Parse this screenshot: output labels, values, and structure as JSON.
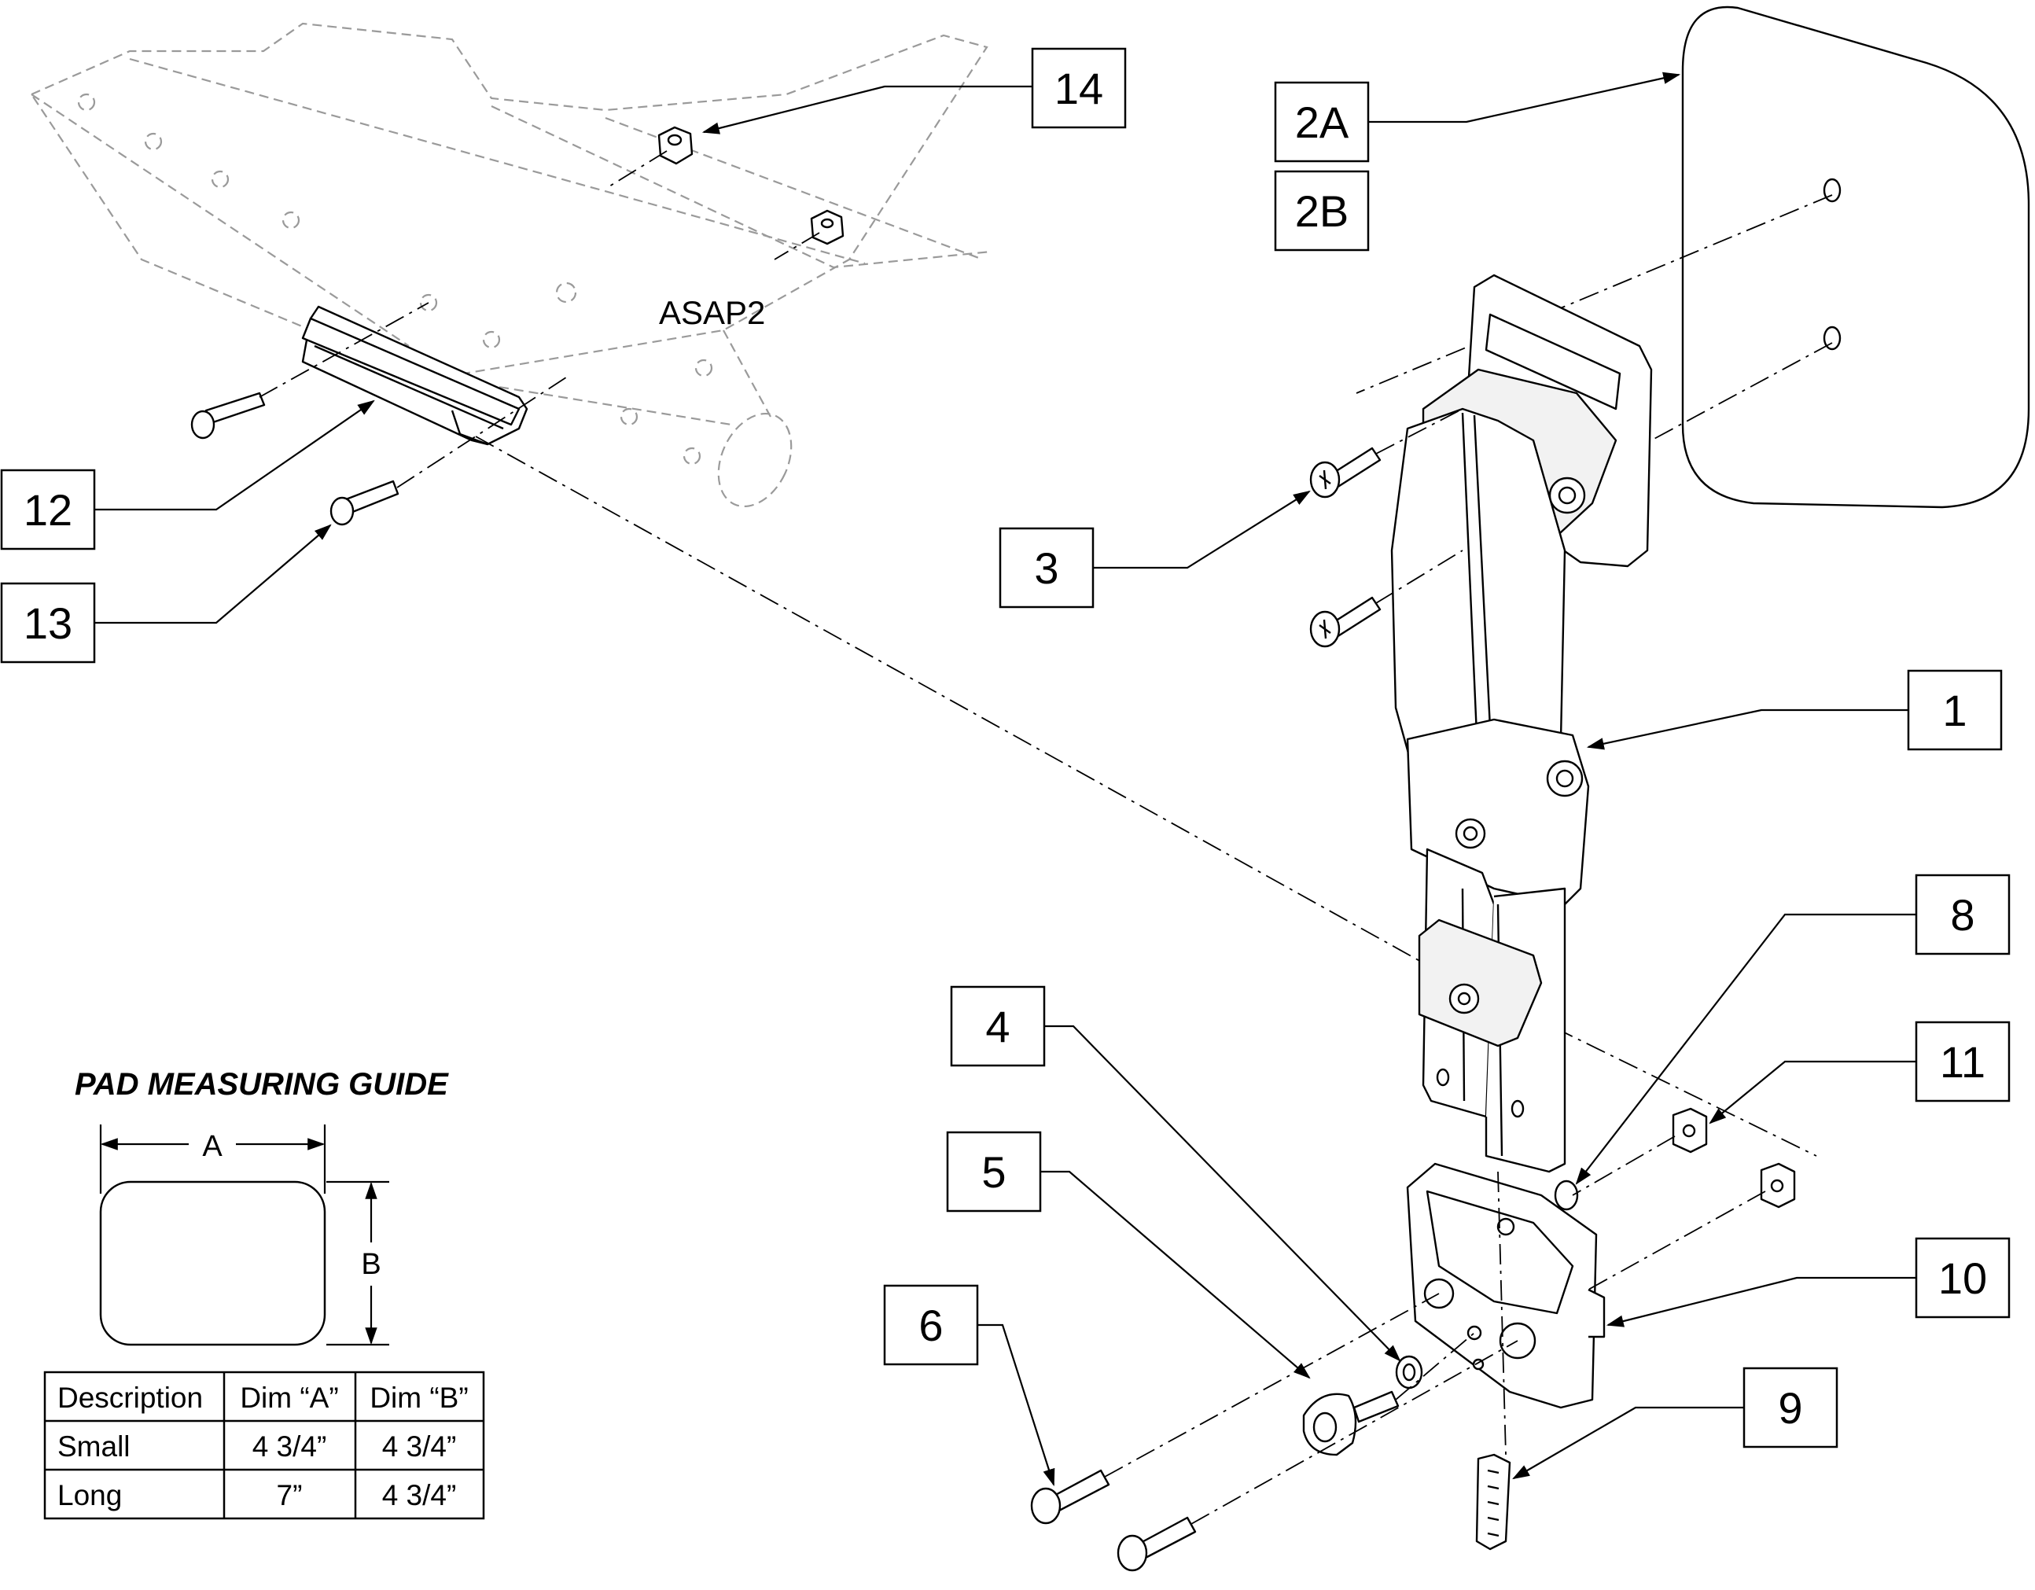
{
  "assembly_label": "ASAP2",
  "callouts": {
    "c14": "14",
    "c2a": "2A",
    "c2b": "2B",
    "c12": "12",
    "c13": "13",
    "c3": "3",
    "c1": "1",
    "c8": "8",
    "c4": "4",
    "c11": "11",
    "c5": "5",
    "c10": "10",
    "c6": "6",
    "c9": "9"
  },
  "guide": {
    "title": "PAD MEASURING GUIDE",
    "dim_a": "A",
    "dim_b": "B"
  },
  "table": {
    "headers": [
      "Description",
      "Dim “A”",
      "Dim “B”"
    ],
    "rows": [
      [
        "Small",
        "4 3/4”",
        "4 3/4”"
      ],
      [
        "Long",
        "7”",
        "4 3/4”"
      ]
    ]
  }
}
